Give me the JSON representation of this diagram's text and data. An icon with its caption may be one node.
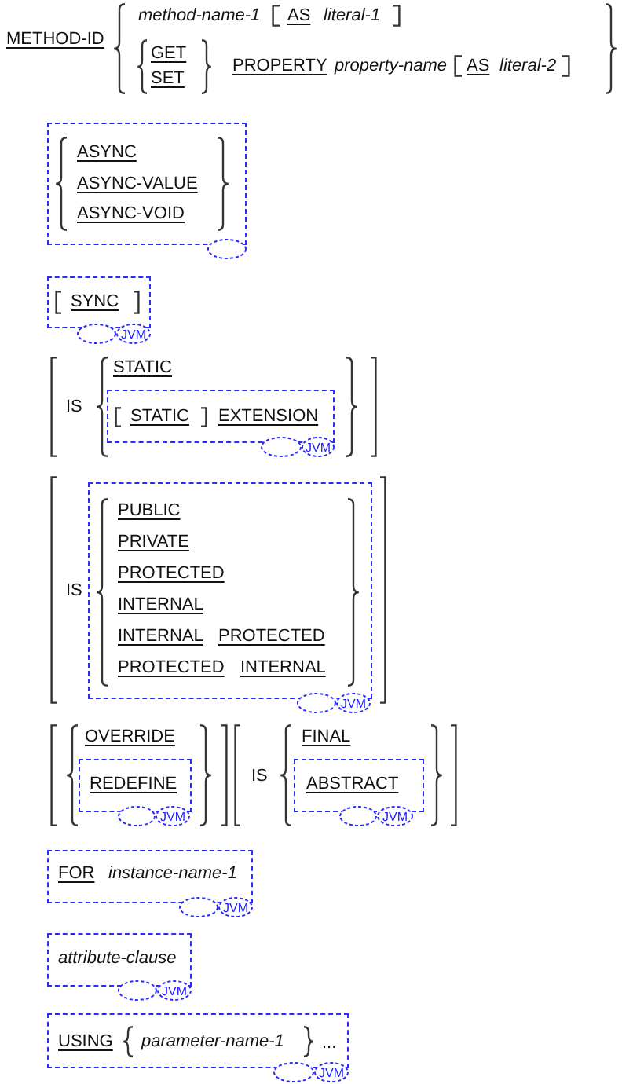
{
  "diagram": {
    "nodes": [
      {
        "text": [
          "ASYNC",
          "ASYNC-VALUE",
          "ASYNC-VOID"
        ]
      },
      {
        "text": [],
        "shape": "oval"
      },
      {
        "text": [
          "SYNC"
        ]
      },
      {
        "text": [],
        "shape": "oval"
      },
      {
        "text": [
          "JVM"
        ]
      },
      {
        "text": [
          "STATIC",
          "EXTENSION"
        ]
      },
      {
        "text": [],
        "shape": "oval"
      },
      {
        "text": [
          "JVM"
        ]
      },
      {
        "text": [
          "PUBLIC",
          "PRIVATE",
          "PROTECTED",
          "INTERNAL",
          "INTERNAL",
          "PROTECTED",
          "PROTECTED",
          "INTERNAL"
        ]
      },
      {
        "text": [],
        "shape": "oval"
      },
      {
        "text": [
          "JVM"
        ]
      },
      {
        "text": [
          "REDEFINE"
        ]
      },
      {
        "text": [],
        "shape": "oval"
      },
      {
        "text": [
          "JVM"
        ]
      },
      {
        "text": [
          "ABSTRACT"
        ]
      },
      {
        "text": [],
        "shape": "oval"
      },
      {
        "text": [
          "JVM"
        ]
      },
      {
        "text": [
          "FOR",
          "instance-name-1"
        ]
      },
      {
        "text": [],
        "shape": "oval"
      },
      {
        "text": [
          "JVM"
        ]
      },
      {
        "text": [
          "attribute-clause"
        ]
      },
      {
        "text": [],
        "shape": "oval"
      },
      {
        "text": [
          "JVM"
        ]
      },
      {
        "text": [
          "USING",
          "parameter-name-1",
          "..."
        ]
      },
      {
        "text": [],
        "shape": "oval"
      },
      {
        "text": [
          "JVM"
        ]
      }
    ],
    "labels": [
      "METHOD-ID",
      "method-name-1",
      "AS",
      "literal-1",
      "GET",
      "SET",
      "PROPERTY",
      "property-name",
      "AS",
      "literal-2",
      "IS",
      "STATIC",
      "IS",
      "OVERRIDE",
      "IS",
      "FINAL"
    ]
  }
}
